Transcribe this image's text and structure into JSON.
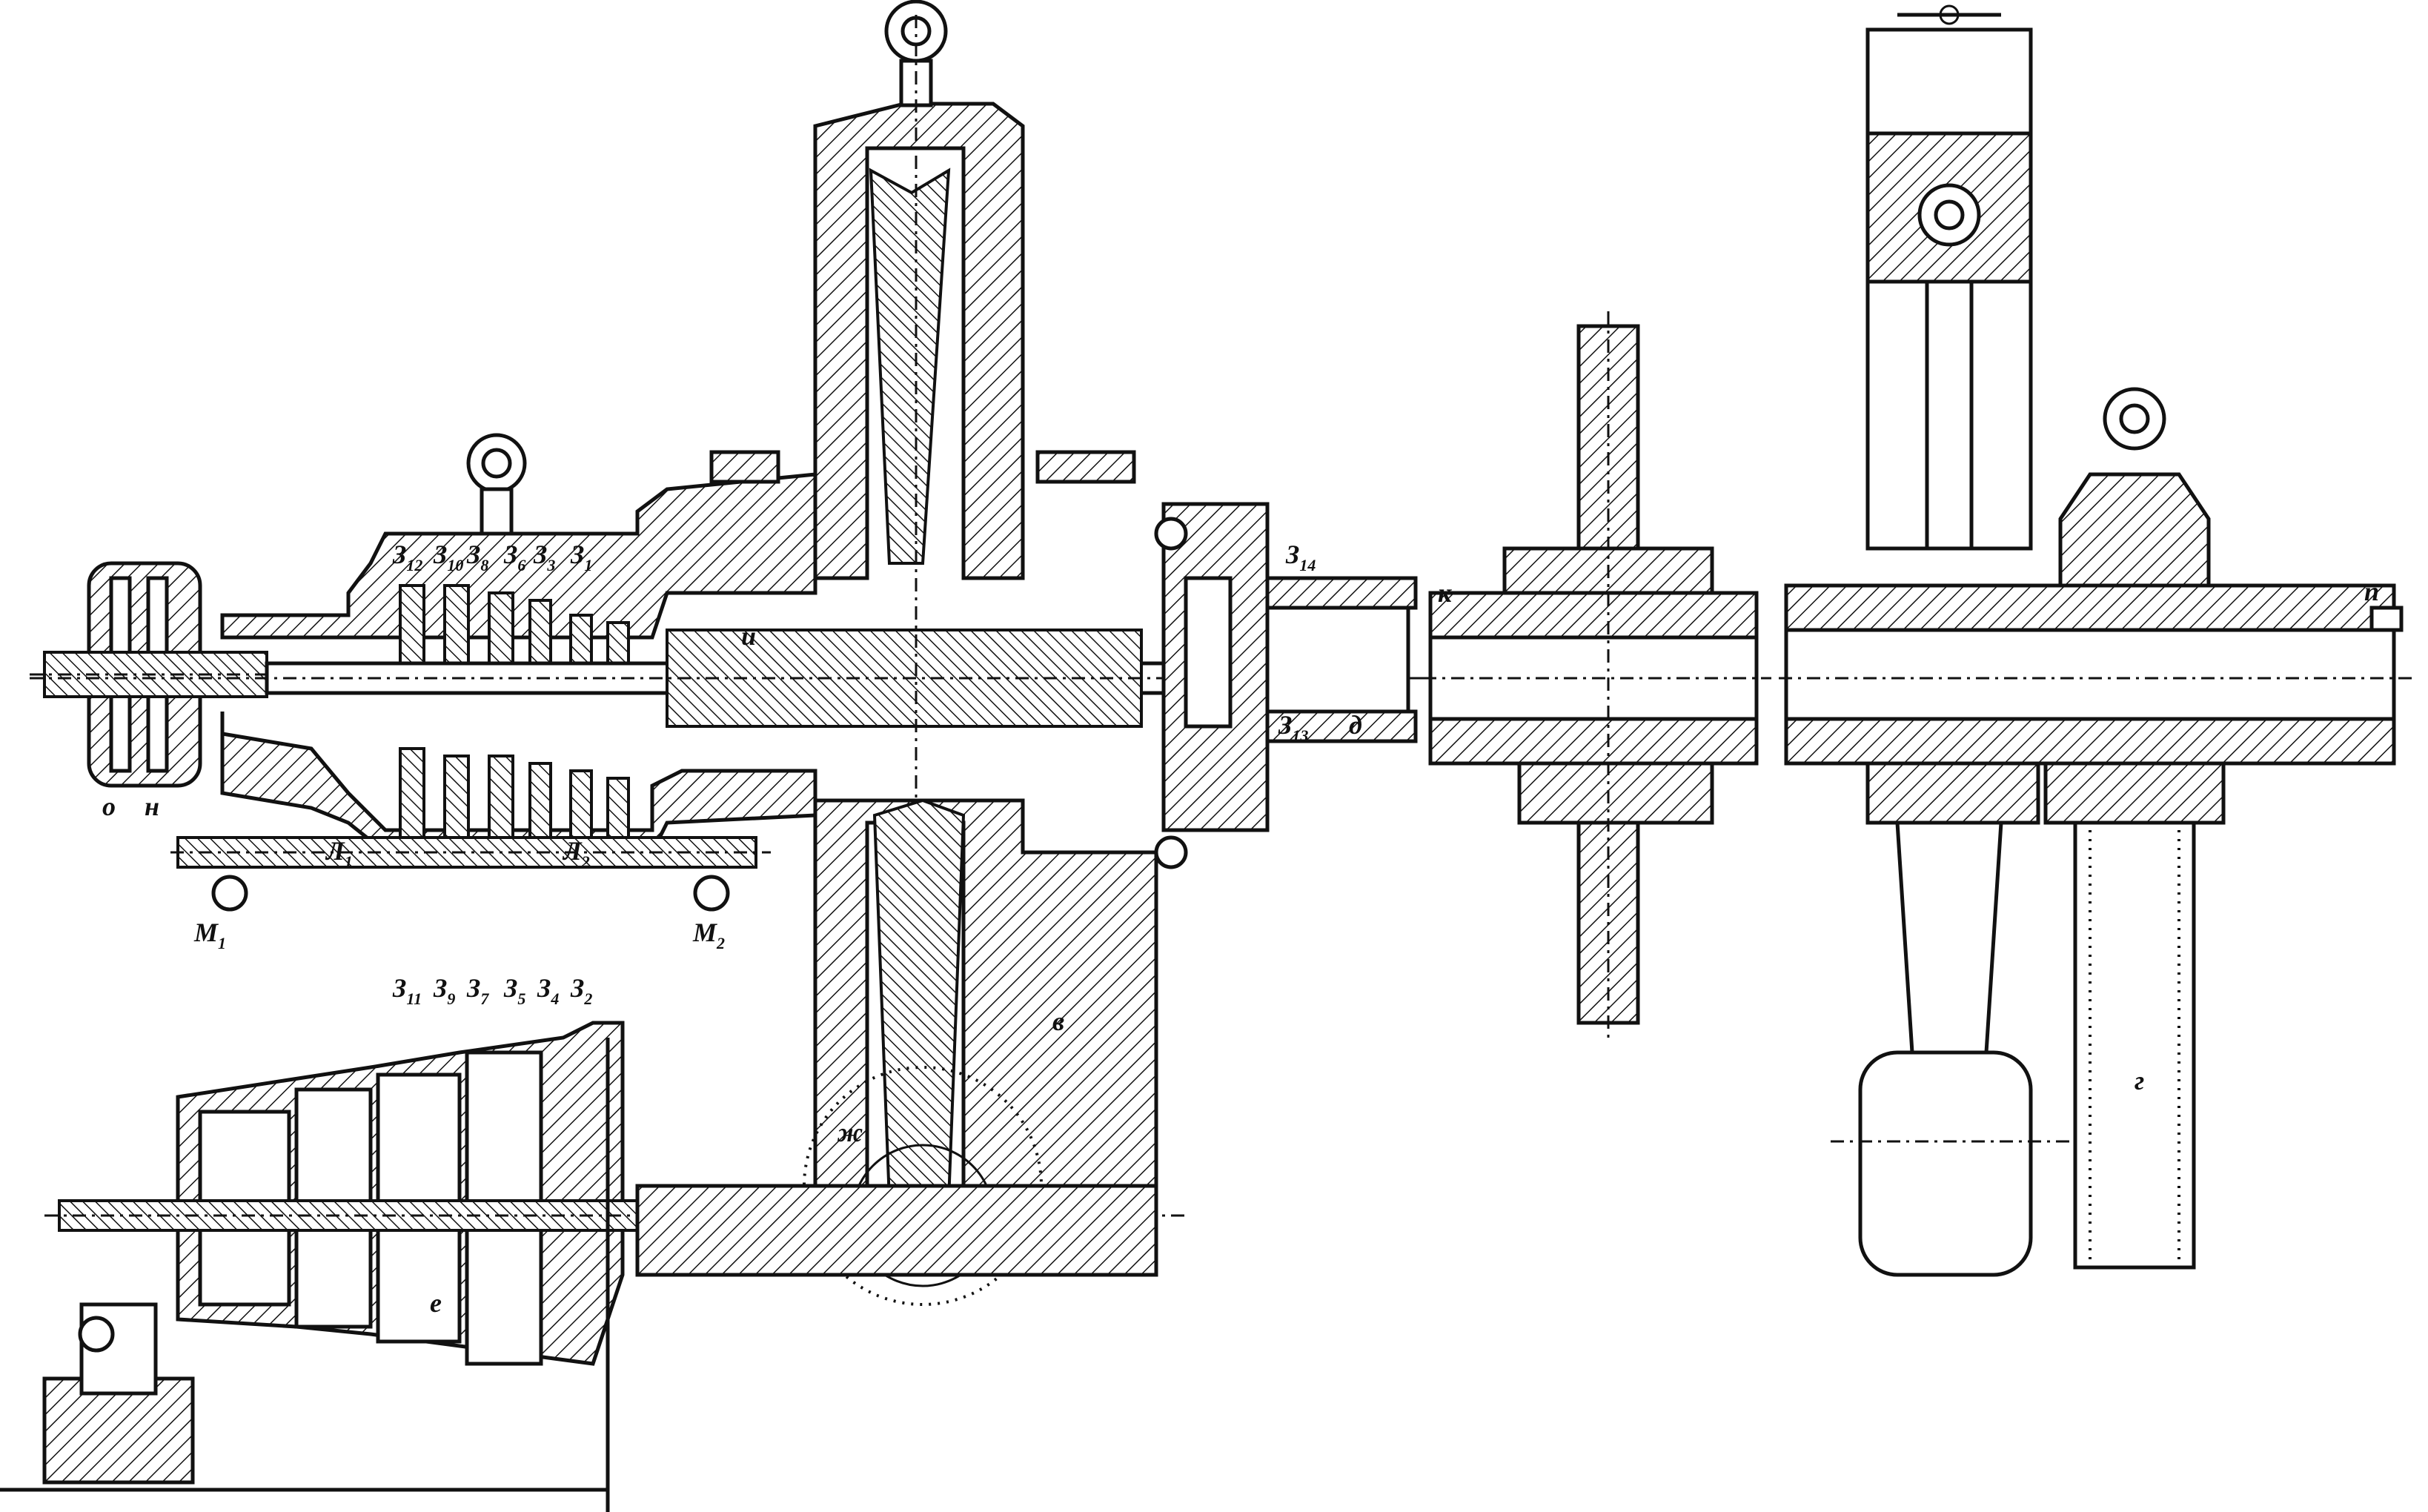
{
  "labels": {
    "o": "о",
    "n": "н",
    "m1": "M",
    "m1_sub": "1",
    "m2": "M",
    "m2_sub": "2",
    "l1": "Л",
    "l1_sub": "1",
    "l2": "Л",
    "l2_sub": "2",
    "i": "и",
    "v": "в",
    "d": "д",
    "e": "е",
    "zh": "ж",
    "g": "г",
    "k": "к",
    "p": "п",
    "z13": "З",
    "z13_sub": "13",
    "z14": "З",
    "z14_sub": "14"
  },
  "gears_top": [
    {
      "letter": "З",
      "sub": "12"
    },
    {
      "letter": "З",
      "sub": "10"
    },
    {
      "letter": "З",
      "sub": "8"
    },
    {
      "letter": "З",
      "sub": "6"
    },
    {
      "letter": "З",
      "sub": "3"
    },
    {
      "letter": "З",
      "sub": "1"
    }
  ],
  "gears_bottom": [
    {
      "letter": "З",
      "sub": "11"
    },
    {
      "letter": "З",
      "sub": "9"
    },
    {
      "letter": "З",
      "sub": "7"
    },
    {
      "letter": "З",
      "sub": "5"
    },
    {
      "letter": "З",
      "sub": "4"
    },
    {
      "letter": "З",
      "sub": "2"
    }
  ]
}
